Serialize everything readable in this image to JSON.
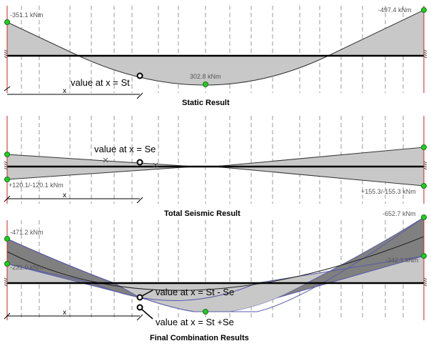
{
  "static": {
    "caption": "Static Result",
    "left_value": "-351.1 kNm",
    "right_value": "-497.4 kNm",
    "mid_value": "302.8 kNm",
    "annotation": "value at x = St",
    "x_label": "x"
  },
  "seismic": {
    "caption": "Total Seismic Result",
    "left_value": "+120.1/-120.1 kNm",
    "right_value": "+155.3/-155.3 kNm",
    "annotation": "value at x = Se",
    "x_label": "x"
  },
  "combination": {
    "caption": "Final Combination Results",
    "left_value": "-471.2 kNm",
    "left_inner_value": "-231.0 kNm",
    "right_value": "-652.7 kNm",
    "right_inner_value": "-342.1 kNm",
    "annotation_upper": "value at x = St - Se",
    "annotation_lower": "value at x = St +Se",
    "x_label": "x"
  },
  "colors": {
    "fill_light": "#c8c8c8",
    "fill_dark": "#808080",
    "node": "#22cc22",
    "support": "#cc2222",
    "envelope": "#5a5aa8"
  }
}
